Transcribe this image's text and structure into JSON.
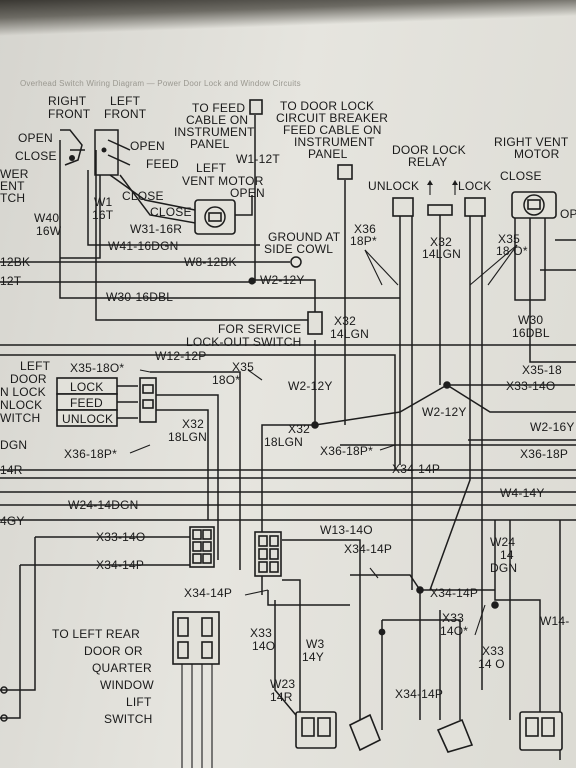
{
  "header_faint": "Overhead Switch Wiring Diagram — Power Door Lock and Window Circuits",
  "labels": {
    "right_front": "RIGHT",
    "right_front_2": "FRONT",
    "left_front": "LEFT",
    "left_front_2": "FRONT",
    "open_l": "OPEN",
    "close_l": "CLOSE",
    "power_vent": "WER",
    "power_vent_2": "ENT",
    "power_vent_3": "TCH",
    "open_r": "OPEN",
    "feed": "FEED",
    "close_r": "CLOSE",
    "w40": "W40",
    "w40_2": "16W",
    "w1": "W1",
    "w1_2": "16T",
    "w31": "W31-16R",
    "w41": "W41-16DGN",
    "to_feed_1": "TO FEED",
    "to_feed_2": "CABLE ON",
    "to_feed_3": "INSTRUMENT",
    "to_feed_4": "PANEL",
    "w1_12t": "W1-12T",
    "left_vent_1": "LEFT",
    "left_vent_2": "VENT MOTOR",
    "vent_open": "OPEN",
    "vent_close": "CLOSE",
    "to_door_1": "TO DOOR LOCK",
    "to_door_2": "CIRCUIT BREAKER",
    "to_door_3": "FEED CABLE ON",
    "to_door_4": "INSTRUMENT",
    "to_door_5": "PANEL",
    "ground_1": "GROUND AT",
    "ground_2": "SIDE COWL",
    "door_lock_relay_1": "DOOR LOCK",
    "door_lock_relay_2": "RELAY",
    "unlock": "UNLOCK",
    "lock": "LOCK",
    "right_vent_1": "RIGHT VENT",
    "right_vent_2": "MOTOR",
    "rv_close": "CLOSE",
    "rv_open": "OP",
    "x36_top_1": "X36",
    "x36_top_2": "18P*",
    "x32_relay_1": "X32",
    "x32_relay_2": "14LGN",
    "x35_top_1": "X35",
    "x35_top_2": "18 O*",
    "w30_r_1": "W30",
    "w30_r_2": "16DBL",
    "w8_12bk": "W8-12BK",
    "bk_12": "12BK",
    "t_12": "12T",
    "w2_12y_a": "W2-12Y",
    "w30_16dbl": "W30-16DBL",
    "service_1": "FOR SERVICE",
    "service_2": "LOCK-OUT SWITCH",
    "x32_14lgn_1": "X32",
    "x32_14lgn_2": "14LGN",
    "w12_12p": "W12-12P",
    "left_door_1": "LEFT",
    "left_door_2": "DOOR",
    "left_door_3": "N LOCK",
    "left_door_4": "NLOCK",
    "left_door_5": "WITCH",
    "sw_lock": "LOCK",
    "sw_feed": "FEED",
    "sw_unlock": "UNLOCK",
    "x35_18o_l": "X35-18O*",
    "x35_mid_1": "X35",
    "x35_mid_2": "18O*",
    "x32_18lgn_1": "X32",
    "x32_18lgn_2": "18LGN",
    "w2_12y_b": "W2-12Y",
    "x35_18_r": "X35-18",
    "x33_14o_r": "X33-14O",
    "w2_12y_c": "W2-12Y",
    "w2_16y": "W2-16Y",
    "x32_18lgn_m_1": "X32",
    "x32_18lgn_m_2": "18LGN",
    "x36_18p_m": "X36-18P*",
    "x36_18p_r": "X36-18P",
    "dgn": "DGN",
    "x36_18p_l": "X36-18P*",
    "r14": "14R",
    "x34_14p_a": "X34-14P",
    "w4_14y": "W4-14Y",
    "w24_14dgn": "W24-14DGN",
    "gy4": "4GY",
    "w13_14o": "W13-14O",
    "w24_v_1": "W24",
    "w24_v_2": "14",
    "w24_v_3": "DGN",
    "x33_14o_l": "X33-14O",
    "x34_14p_b": "X34-14P",
    "x34_14p_c": "X34-14P",
    "x34_14p_d": "X34-14P",
    "x34_14p_e": "X34-14P",
    "w14": "W14-",
    "x33_m_1": "X33",
    "x33_m_2": "14O",
    "x33_r_1": "X33",
    "x33_r_2": "14O*",
    "x33_rr_1": "X33",
    "x33_rr_2": "14 O",
    "w3_1": "W3",
    "w3_2": "14Y",
    "w23_1": "W23",
    "w23_2": "14R",
    "x34_14p_f": "X34-14P",
    "rear_1": "TO LEFT REAR",
    "rear_2": "DOOR OR",
    "rear_3": "QUARTER",
    "rear_4": "WINDOW",
    "rear_5": "LIFT",
    "rear_6": "SWITCH"
  }
}
